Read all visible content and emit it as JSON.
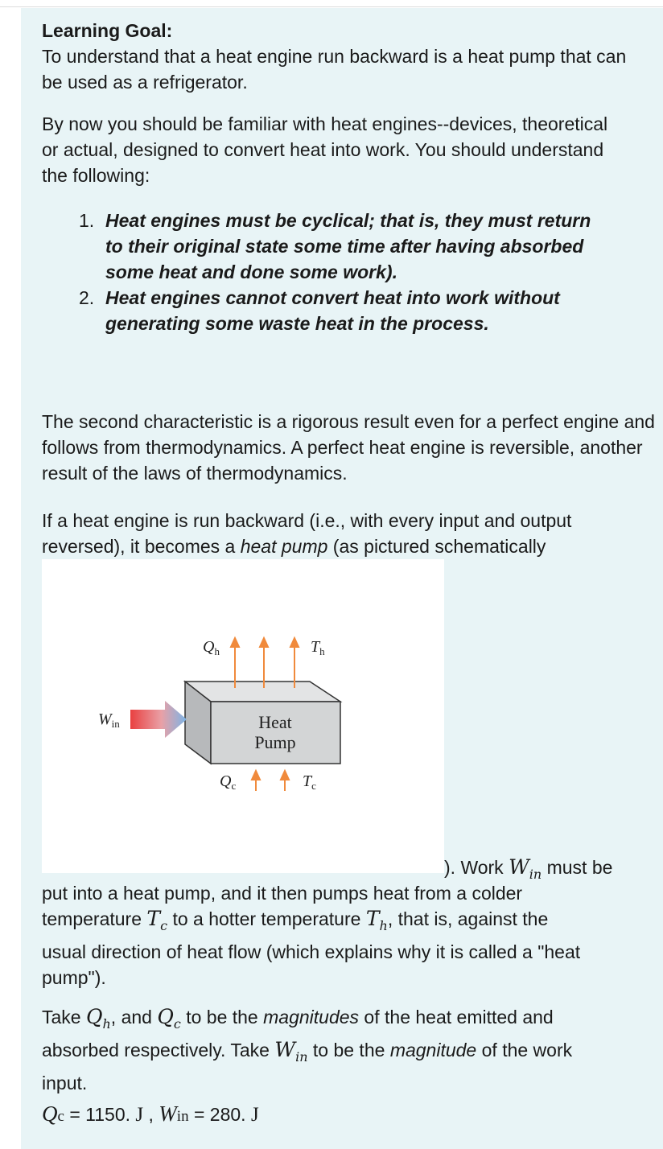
{
  "goal": {
    "heading": "Learning Goal:",
    "text": "To understand that a heat engine run backward is a heat pump that can be used as a refrigerator."
  },
  "intro": "By now you should be familiar with heat engines--devices, theoretical or actual, designed to convert heat into work. You should understand the following:",
  "facts": [
    {
      "num": "1.",
      "text": "Heat engines must be cyclical; that is, they must return to their original state some time after having absorbed some heat and done some work)."
    },
    {
      "num": "2.",
      "text": "Heat engines cannot convert heat into work without generating some waste heat in the process."
    }
  ],
  "second_char": "The second characteristic is a rigorous result even for a perfect engine and follows from thermodynamics. A perfect heat engine is reversible, another result of the laws of thermodynamics.",
  "backward": {
    "before": "If a heat engine is run backward (i.e., with every input and output reversed), it becomes a ",
    "italic": "heat pump",
    "after": " (as pictured schematically"
  },
  "figure": {
    "box_line1": "Heat",
    "box_line2": "Pump",
    "qh": "Q",
    "qh_sub": "h",
    "th": "T",
    "th_sub": "h",
    "qc": "Q",
    "qc_sub": "c",
    "tc": "T",
    "tc_sub": "c",
    "win": "W",
    "win_sub": "in"
  },
  "work": {
    "close": "). Work ",
    "w": "W",
    "w_sub": "in",
    "must": " must be",
    "line2": "put into a heat pump, and it then pumps heat from a colder",
    "temp1": "temperature ",
    "tc": "T",
    "tc_sub": "c",
    "to_hotter": " to a hotter temperature ",
    "th": "T",
    "th_sub": "h",
    "against": ", that is, against the",
    "line4": "usual direction of heat flow (which explains why it is called a \"heat",
    "line5": "pump\")."
  },
  "take": {
    "take": "Take ",
    "qh": "Q",
    "qh_sub": "h",
    "and": ", and ",
    "qc": "Q",
    "qc_sub": "c",
    "to_be": " to be the ",
    "magnitudes": "magnitudes",
    "emitted": " of the heat emitted and",
    "line2a": "absorbed respectively. Take ",
    "w": "W",
    "w_sub": "in",
    "to_be2": " to be the ",
    "magnitude": "magnitude",
    "of_work": " of the work",
    "line3": "input."
  },
  "given": {
    "qc": "Q",
    "qc_sub": "c",
    "qc_val": " = 1150. ",
    "qc_unit": "J",
    "sep": " , ",
    "w": "W",
    "w_sub": "in",
    "w_val": " = 280. ",
    "w_unit": "J"
  },
  "colors": {
    "panel": "#e8f4f6",
    "arrow_orange": "#f08a3c",
    "box_front": "#d3d5d6",
    "box_top": "#e3e4e5",
    "box_side": "#b7b9bb"
  }
}
